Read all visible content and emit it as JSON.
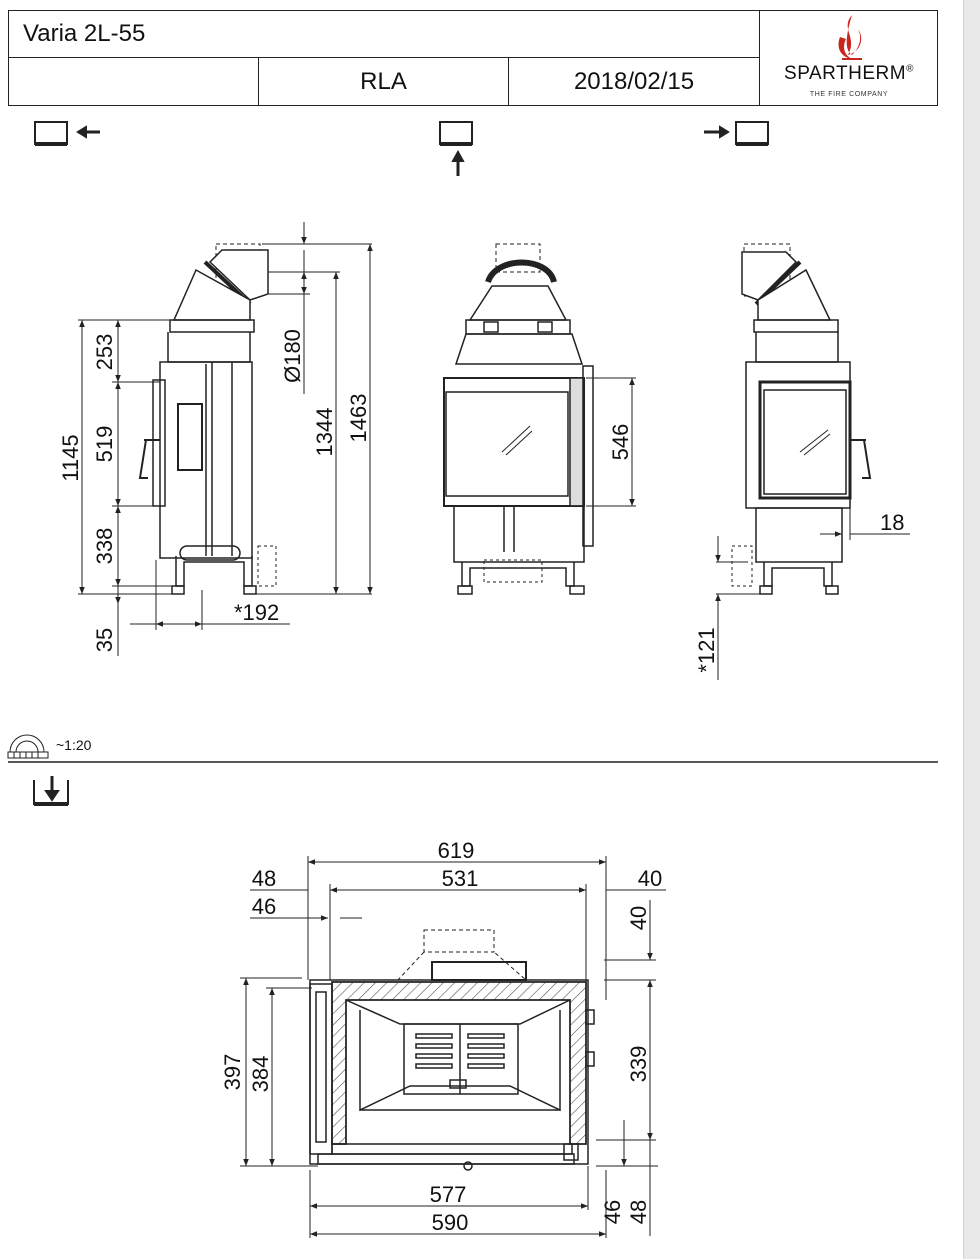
{
  "title_block": {
    "model": "Varia 2L-55",
    "code": "RLA",
    "date": "2018/02/15",
    "brand": "SPARTHERM",
    "brand_mark": "®",
    "tagline": "THE FIRE COMPANY"
  },
  "scale": "~1:20",
  "elevation_dims": {
    "d253": "253",
    "d519": "519",
    "d338": "338",
    "d1145": "1145",
    "d35": "35",
    "d192": "*192",
    "d180": "Ø180",
    "d1344": "1344",
    "d1463": "1463",
    "d546": "546",
    "d18": "18",
    "d121": "*121"
  },
  "plan_dims": {
    "d619": "619",
    "d531": "531",
    "d48_top": "48",
    "d46_top": "46",
    "d40_top": "40",
    "d40_side": "40",
    "d397": "397",
    "d384": "384",
    "d339": "339",
    "d577": "577",
    "d590": "590",
    "d46_bottom": "46",
    "d48_bottom": "48"
  },
  "colors": {
    "accent": "#c8261f",
    "line": "#222222",
    "hatch": "#555555"
  }
}
